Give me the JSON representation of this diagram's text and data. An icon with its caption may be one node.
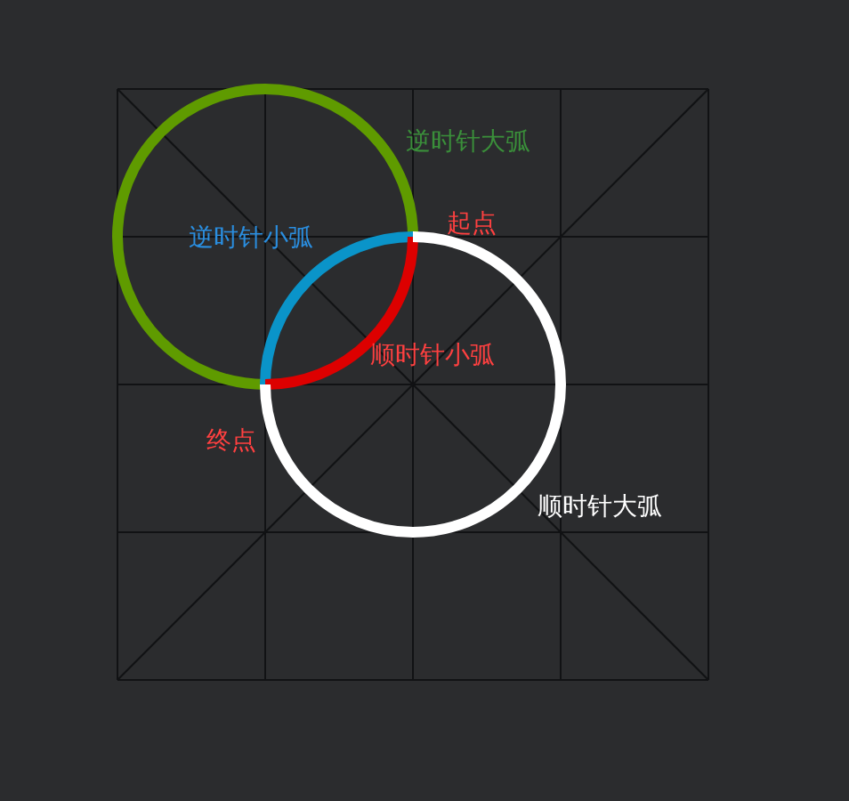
{
  "diagram": {
    "labels": [
      "逆时针大弧",
      "起点",
      "逆时针小弧",
      "顺时针小弧",
      "终点",
      "顺时针大弧"
    ]
  }
}
